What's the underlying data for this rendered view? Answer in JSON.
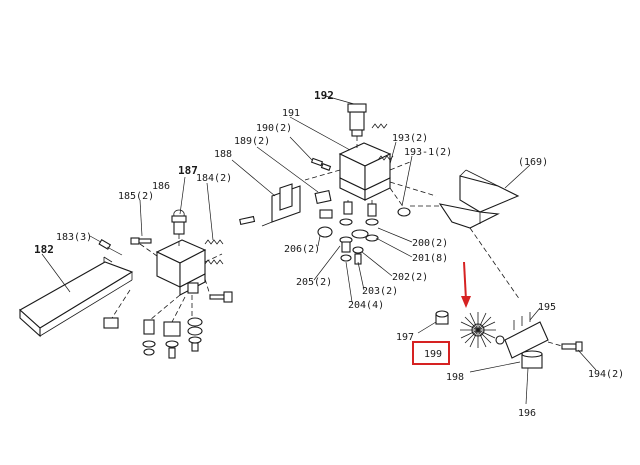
{
  "diagram": {
    "labels": {
      "l182": "182",
      "l183": "183(3)",
      "l184": "184(2)",
      "l185": "185(2)",
      "l186": "186",
      "l187": "187",
      "l188": "188",
      "l189": "189(2)",
      "l190": "190(2)",
      "l191": "191",
      "l192": "192",
      "l193": "193(2)",
      "l193_1": "193-1(2)",
      "l169": "(169)",
      "l200": "200(2)",
      "l201": "201(8)",
      "l202": "202(2)",
      "l203": "203(2)",
      "l204": "204(4)",
      "l205": "205(2)",
      "l206": "206(2)",
      "l195": "195",
      "l197": "197",
      "l199": "199",
      "l198": "198",
      "l194": "194(2)",
      "l196": "196"
    },
    "highlight": {
      "target": "199",
      "color": "#d62222"
    },
    "colors": {
      "ink": "#1a1a1a",
      "callout": "#d62222"
    }
  }
}
